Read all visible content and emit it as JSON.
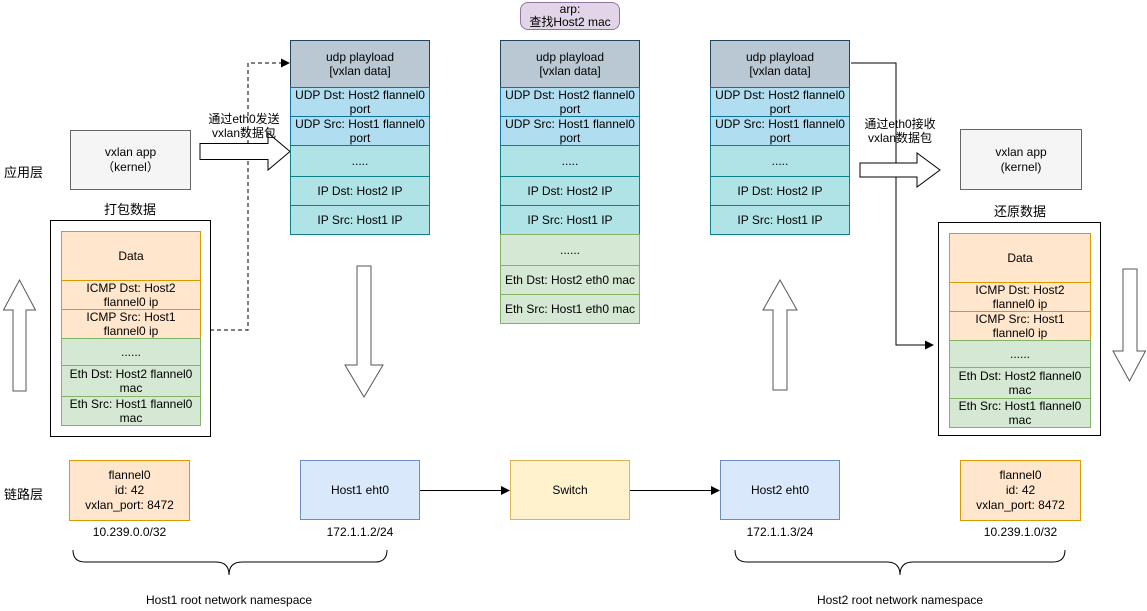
{
  "side_labels": {
    "app_layer": "应用层",
    "link_layer": "链路层"
  },
  "arp_note": {
    "text": "arp:\n查找Host2 mac"
  },
  "vxlan_app_left": {
    "text": "vxlan app\n（kernel）"
  },
  "vxlan_app_right": {
    "text": "vxlan app\n(kernel)"
  },
  "pack_label": "打包数据",
  "restore_label": "还原数据",
  "send_note": "通过eth0发送\nvxlan数据包",
  "recv_note": "通过eth0接收\nvxlan数据包",
  "udp_stack_left": {
    "rows": [
      {
        "text": "udp playload\n[vxlan data]",
        "type": "header"
      },
      {
        "text": "UDP Dst: Host2 flannel0 port",
        "type": "blue"
      },
      {
        "text": "UDP Src: Host1 flannel0 port",
        "type": "blue"
      },
      {
        "text": ".....",
        "type": "teal"
      },
      {
        "text": "IP Dst: Host2 IP",
        "type": "teal"
      },
      {
        "text": "IP Src: Host1 IP",
        "type": "teal"
      }
    ]
  },
  "udp_stack_middle": {
    "rows": [
      {
        "text": "udp playload\n[vxlan data]",
        "type": "header"
      },
      {
        "text": "UDP Dst: Host2 flannel0 port",
        "type": "blue"
      },
      {
        "text": "UDP Src: Host1 flannel0 port",
        "type": "blue"
      },
      {
        "text": ".....",
        "type": "teal"
      },
      {
        "text": "IP Dst: Host2 IP",
        "type": "teal"
      },
      {
        "text": "IP Src: Host1 IP",
        "type": "teal"
      },
      {
        "text": "......",
        "type": "green"
      },
      {
        "text": "Eth Dst: Host2 eth0 mac",
        "type": "green"
      },
      {
        "text": "Eth Src: Host1 eth0 mac",
        "type": "green"
      }
    ]
  },
  "udp_stack_right": {
    "rows": [
      {
        "text": "udp playload\n[vxlan data]",
        "type": "header"
      },
      {
        "text": "UDP Dst: Host2 flannel0 port",
        "type": "blue"
      },
      {
        "text": "UDP Src: Host1 flannel0 port",
        "type": "blue"
      },
      {
        "text": ".....",
        "type": "teal"
      },
      {
        "text": "IP Dst: Host2 IP",
        "type": "teal"
      },
      {
        "text": "IP Src: Host1 IP",
        "type": "teal"
      }
    ]
  },
  "packed_data": {
    "rows": [
      {
        "text": "Data",
        "type": "orange"
      },
      {
        "text": "ICMP Dst: Host2 flannel0 ip",
        "type": "orange"
      },
      {
        "text": "ICMP Src: Host1 flannel0 ip",
        "type": "orange"
      },
      {
        "text": "......",
        "type": "green"
      },
      {
        "text": "Eth Dst: Host2 flannel0 mac",
        "type": "green"
      },
      {
        "text": "Eth Src: Host1 flannel0 mac",
        "type": "green"
      }
    ]
  },
  "restored_data": {
    "rows": [
      {
        "text": "Data",
        "type": "orange"
      },
      {
        "text": "ICMP Dst: Host2 flannel0 ip",
        "type": "orange"
      },
      {
        "text": "ICMP Src: Host1 flannel0 ip",
        "type": "orange"
      },
      {
        "text": "......",
        "type": "green"
      },
      {
        "text": "Eth Dst: Host2 flannel0 mac",
        "type": "green"
      },
      {
        "text": "Eth Src: Host1 flannel0 mac",
        "type": "green"
      }
    ]
  },
  "link_layer_nodes": {
    "flannel0_left": {
      "text": "flannel0\nid: 42\nvxlan_port: 8472",
      "subnet": "10.239.0.0/32"
    },
    "host1_eth0": {
      "text": "Host1 eht0",
      "ip": "172.1.1.2/24"
    },
    "switch": {
      "text": "Switch"
    },
    "host2_eth0": {
      "text": "Host2 eht0",
      "ip": "172.1.1.3/24"
    },
    "flannel0_right": {
      "text": "flannel0\nid: 42\nvxlan_port: 8472",
      "subnet": "10.239.1.0/32"
    }
  },
  "namespaces": {
    "host1": "Host1 root network namespace",
    "host2": "Host2 root network namespace"
  },
  "colors": {
    "header": "#bac8d3",
    "header_border": "#23445d",
    "blue": "#b1ddf0",
    "blue_border": "#10739e",
    "teal": "#b0e3e6",
    "teal_border": "#0e8088",
    "green": "#d5e8d4",
    "green_border": "#82b366",
    "orange": "#ffe6cc",
    "orange_border": "#d79b00",
    "purple": "#e1d5e7",
    "purple_border": "#9673a6",
    "node_blue": "#dae8fc",
    "node_blue_border": "#6c8ebf",
    "node_yellow": "#fff2cc",
    "node_yellow_border": "#d6b656",
    "gray": "#f5f5f5",
    "gray_border": "#666666"
  }
}
